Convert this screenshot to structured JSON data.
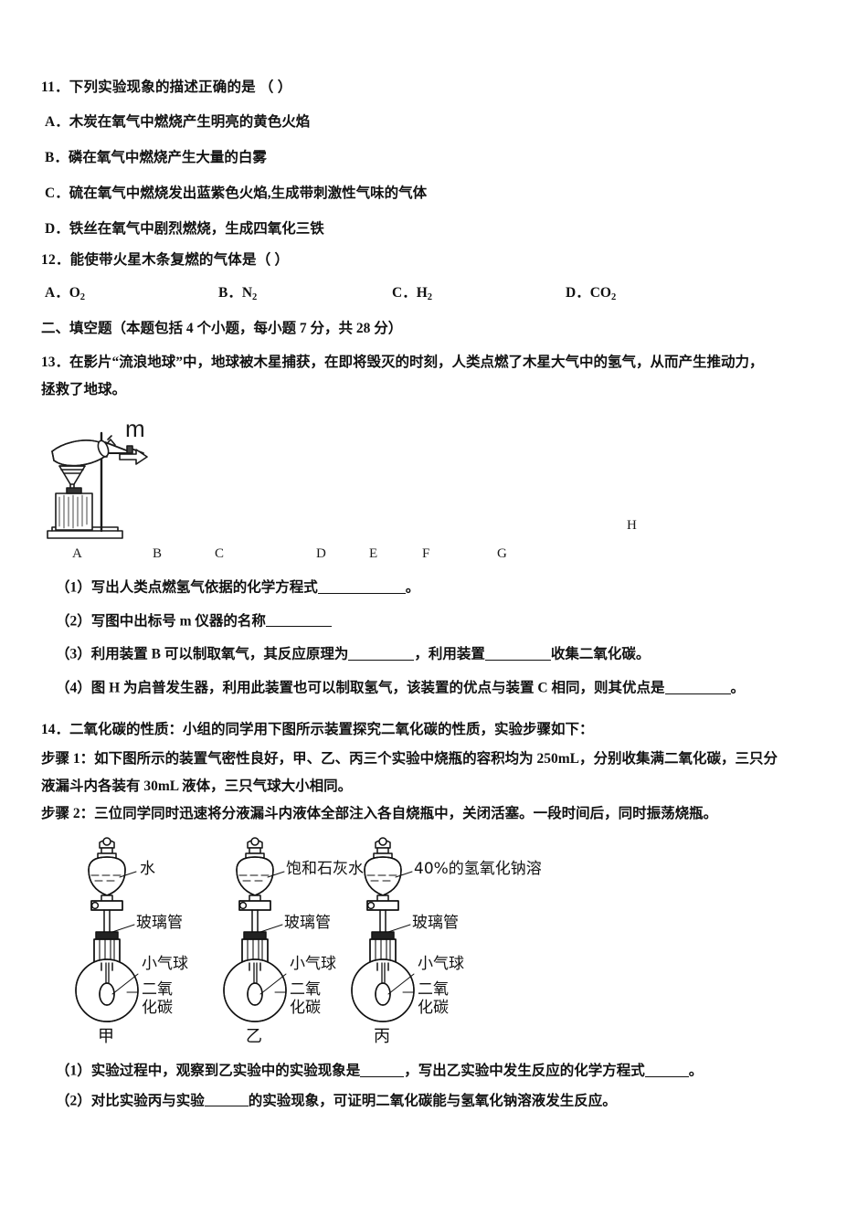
{
  "document": {
    "type": "exam-paper",
    "language": "zh-CN",
    "page_background": "#ffffff",
    "ink_color": "#111111"
  },
  "q11": {
    "stem": "11．下列实验现象的描述正确的是   （  ）",
    "options": [
      "A．木炭在氧气中燃烧产生明亮的黄色火焰",
      "B．磷在氧气中燃烧产生大量的白雾",
      "C．硫在氧气中燃烧发出蓝紫色火焰,生成带刺激性气味的气体",
      "D．铁丝在氧气中剧烈燃烧，生成四氧化三铁"
    ]
  },
  "q12": {
    "stem": "12．能使带火星木条复燃的气体是（   ）",
    "options": [
      {
        "label": "A．",
        "formula": "O",
        "sub": "2"
      },
      {
        "label": "B．",
        "formula": "N",
        "sub": "2"
      },
      {
        "label": "C．",
        "formula": "H",
        "sub": "2"
      },
      {
        "label": "D．",
        "formula": "CO",
        "sub": "2"
      }
    ]
  },
  "section2": {
    "heading": "二、填空题（本题包括 4 个小题，每小题 7 分，共 28 分）"
  },
  "q13": {
    "stem_line1": "13．在影片“流浪地球”中，地球被木星捕获，在即将毁灭的时刻，人类点燃了木星大气中的氢气，从而产生推动力，",
    "stem_line2": "拯救了地球。",
    "figure": {
      "name": "apparatus-set-a-to-h",
      "callout_m": "m",
      "labels": [
        "A",
        "B",
        "C",
        "D",
        "E",
        "F",
        "G",
        "H"
      ]
    },
    "sub": [
      {
        "prefix": "（1）写出人类点燃氢气依据的化学方程式",
        "blank": "lg",
        "suffix": "。"
      },
      {
        "prefix": "（2）写图中出标号 m 仪器的名称",
        "blank": "md",
        "suffix": ""
      },
      {
        "prefix": "（3）利用装置 B 可以制取氧气，其反应原理为",
        "blank": "md",
        "mid": "，利用装置",
        "blank2": "md",
        "suffix": "收集二氧化碳。"
      },
      {
        "prefix": "（4）图 H 为启普发生器，利用此装置也可以制取氢气，该装置的优点与装置 C 相同，则其优点是",
        "blank": "md",
        "suffix": "。"
      }
    ]
  },
  "q14": {
    "stem": "14．二氧化碳的性质：小组的同学用下图所示装置探究二氧化碳的性质，实验步骤如下：",
    "step1_line1": "步骤 1：如下图所示的装置气密性良好，甲、乙、丙三个实验中烧瓶的容积均为 250mL，分别收集满二氧化碳，三只分",
    "step1_line2": "液漏斗内各装有 30mL 液体，三只气球大小相同。",
    "step2": "步骤 2：三位同学同时迅速将分液漏斗内液体全部注入各自烧瓶中，关闭活塞。一段时间后，同时振荡烧瓶。",
    "figure": {
      "name": "three-flask-co2-experiment",
      "flasks": [
        {
          "name": "甲",
          "funnel_label": "水",
          "tube_label": "玻璃管",
          "balloon_label": "小气球",
          "gas_label_line1": "二氧",
          "gas_label_line2": "化碳"
        },
        {
          "name": "乙",
          "funnel_label": "饱和石灰水",
          "tube_label": "玻璃管",
          "balloon_label": "小气球",
          "gas_label_line1": "二氧",
          "gas_label_line2": "化碳"
        },
        {
          "name": "丙",
          "funnel_label": "40%的氢氧化钠溶",
          "tube_label": "玻璃管",
          "balloon_label": "小气球",
          "gas_label_line1": "二氧",
          "gas_label_line2": "化碳"
        }
      ]
    },
    "sub": [
      {
        "prefix": "（1）实验过程中，观察到乙实验中的实验现象是",
        "blank": "sm",
        "mid": "，写出乙实验中发生反应的化学方程式",
        "blank2": "sm",
        "suffix": "。"
      },
      {
        "prefix": "（2）对比实验丙与实验",
        "blank": "sm",
        "suffix": "的实验现象，可证明二氧化碳能与氢氧化钠溶液发生反应。"
      }
    ]
  }
}
